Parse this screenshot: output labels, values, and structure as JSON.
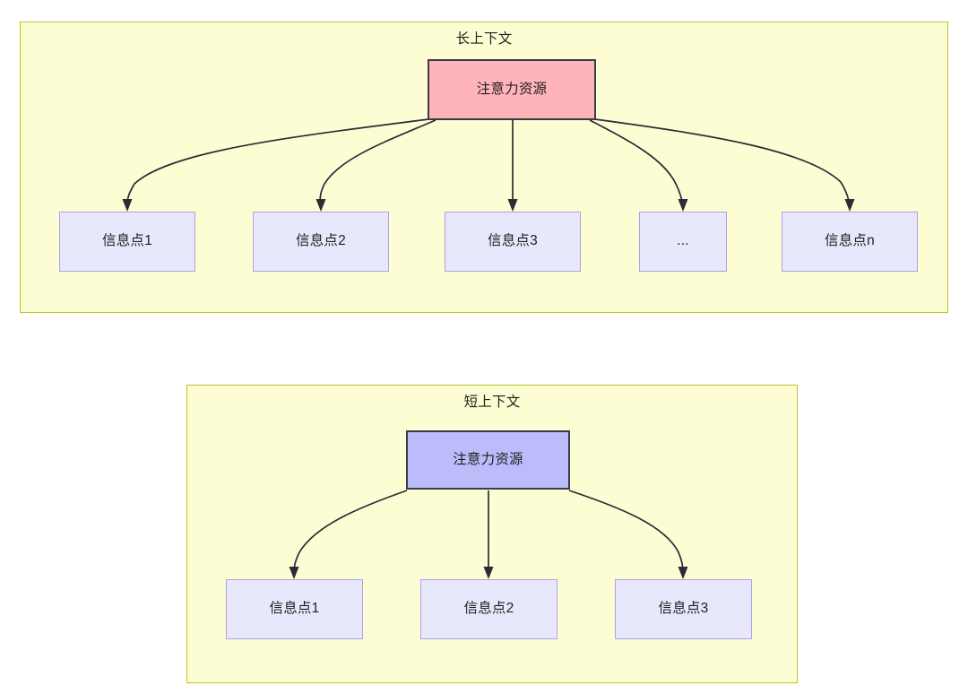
{
  "diagram": {
    "type": "flowchart",
    "panels": [
      {
        "id": "long-context",
        "title": "长上下文",
        "root": {
          "label": "注意力资源",
          "fill": "#ffb3ba",
          "border": "#3b3b46"
        },
        "children": [
          {
            "label": "信息点1"
          },
          {
            "label": "信息点2"
          },
          {
            "label": "信息点3"
          },
          {
            "label": "..."
          },
          {
            "label": "信息点n"
          }
        ],
        "panel_fill": "#fdfdd4",
        "panel_border": "#c3c32b"
      },
      {
        "id": "short-context",
        "title": "短上下文",
        "root": {
          "label": "注意力资源",
          "fill": "#bcbcfa",
          "border": "#3b3b46"
        },
        "children": [
          {
            "label": "信息点1"
          },
          {
            "label": "信息点2"
          },
          {
            "label": "信息点3"
          }
        ],
        "panel_fill": "#fdfdd4",
        "panel_border": "#c3c32b"
      }
    ],
    "node_style": {
      "info_fill": "#e8e8fd",
      "info_border": "#b69cea",
      "edge_color": "#2b2b33"
    }
  }
}
